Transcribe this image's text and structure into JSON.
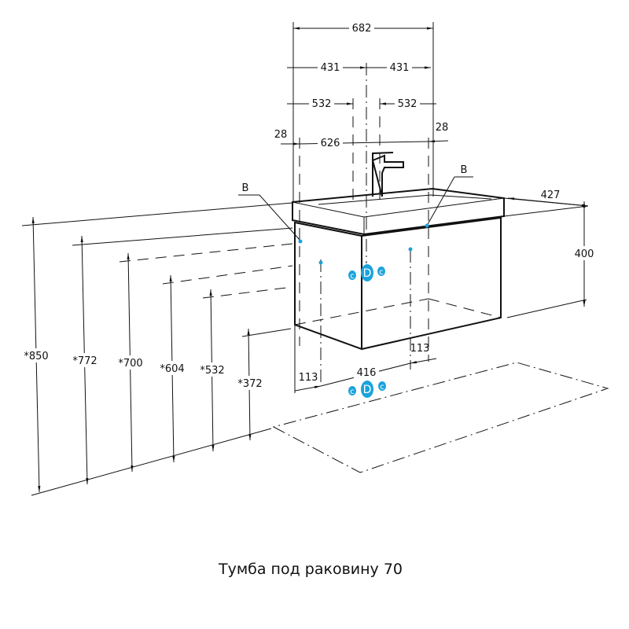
{
  "caption": "Тумба под раковину 70",
  "dimensions": {
    "overall_width": "682",
    "half_left": "431",
    "half_right": "431",
    "mount_left": "532",
    "mount_right": "532",
    "edge_left": "28",
    "inner_width": "626",
    "edge_right": "28",
    "depth": "427",
    "height": "400",
    "bottom_left": "113",
    "bottom_center": "416",
    "bottom_right": "113"
  },
  "heights": [
    "*850",
    "*772",
    "*700",
    "*604",
    "*532",
    "*372"
  ],
  "markers": {
    "b_left": "B",
    "b_right": "B",
    "c": "c",
    "d": "D"
  },
  "colors": {
    "accent": "#1aa3dc",
    "line": "#111111"
  }
}
